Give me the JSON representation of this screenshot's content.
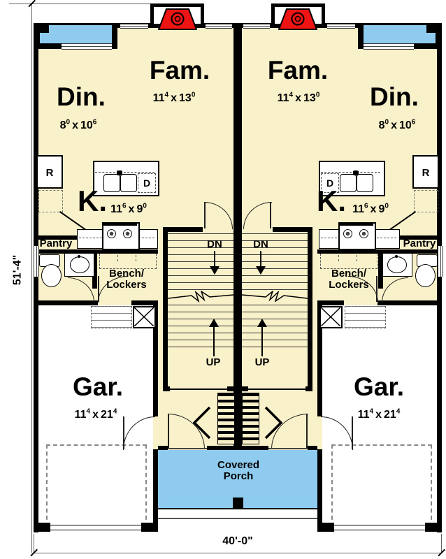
{
  "plan": {
    "dim_left": "51'-4\"",
    "dim_bottom": "40'-0\"",
    "porch": {
      "line1": "Covered",
      "line2": "Porch"
    }
  },
  "unit_left": {
    "fam": {
      "name": "Fam.",
      "dim": {
        "a": "11",
        "as": "4",
        "sep": "x",
        "b": "13",
        "bs": "0"
      }
    },
    "din": {
      "name": "Din.",
      "dim": {
        "a": "8",
        "as": "0",
        "sep": "x",
        "b": "10",
        "bs": "6"
      }
    },
    "kitchen": {
      "name": "K.",
      "dim": {
        "a": "11",
        "as": "6",
        "sep": "x",
        "b": "9",
        "bs": "0"
      }
    },
    "garage": {
      "name": "Gar.",
      "dim": {
        "a": "11",
        "as": "4",
        "sep": "x",
        "b": "21",
        "bs": "4"
      }
    },
    "pantry": "Pantry",
    "bench1": "Bench/",
    "bench2": "Lockers",
    "fridge": "R",
    "dishwasher": "D",
    "dn": "DN",
    "up": "UP"
  },
  "unit_right": {
    "fam": {
      "name": "Fam.",
      "dim": {
        "a": "11",
        "as": "4",
        "sep": "x",
        "b": "13",
        "bs": "0"
      }
    },
    "din": {
      "name": "Din.",
      "dim": {
        "a": "8",
        "as": "0",
        "sep": "x",
        "b": "10",
        "bs": "6"
      }
    },
    "kitchen": {
      "name": "K.",
      "dim": {
        "a": "11",
        "as": "6",
        "sep": "x",
        "b": "9",
        "bs": "0"
      }
    },
    "garage": {
      "name": "Gar.",
      "dim": {
        "a": "11",
        "as": "4",
        "sep": "x",
        "b": "21",
        "bs": "4"
      }
    },
    "pantry": "Pantry",
    "bench1": "Bench/",
    "bench2": "Lockers",
    "fridge": "R",
    "dishwasher": "D",
    "dn": "DN",
    "up": "UP"
  },
  "colors": {
    "floor_cream": "#F8F1C9",
    "porch_blue": "#8FCBEE",
    "fireplace_red": "#EE1414",
    "wall_black": "#000000",
    "garage_white": "#FFFFFF"
  },
  "icons": {
    "fireplace": "trapezoid-with-double-circle",
    "structural_column": "x-box",
    "kitchen_sink": "double-basin",
    "toilet": "tank-and-oval",
    "stair_break": "zigzag-line",
    "door": "quarter-arc-swing"
  }
}
